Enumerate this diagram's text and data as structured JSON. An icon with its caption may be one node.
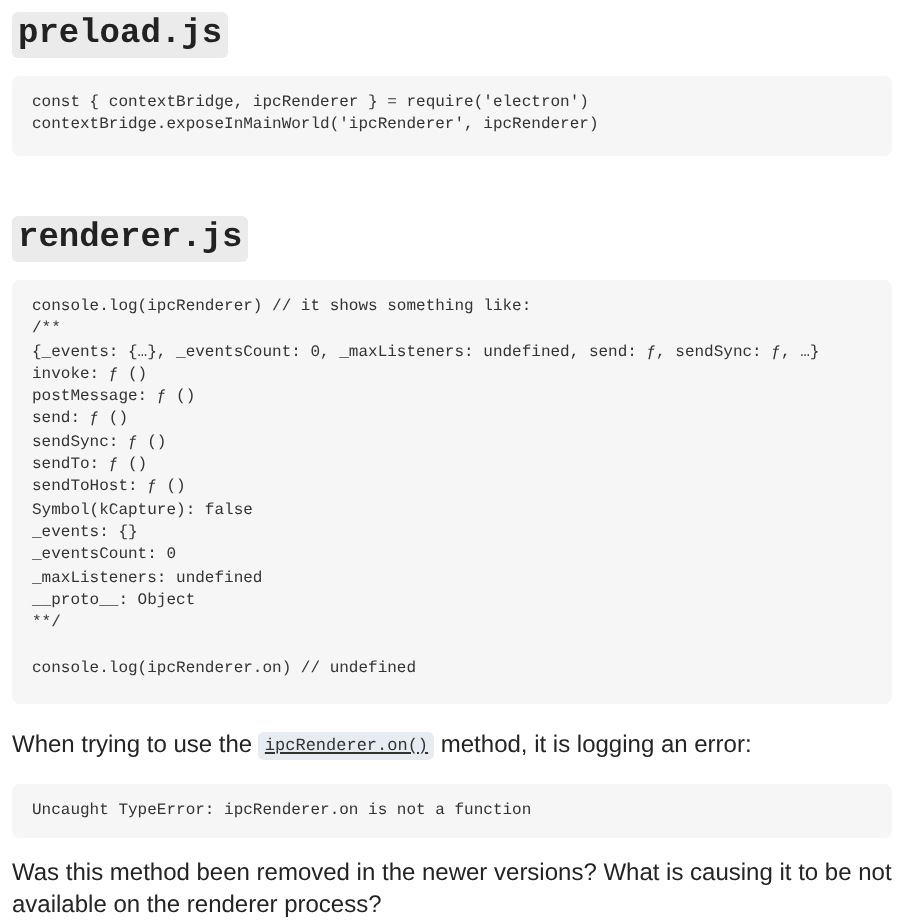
{
  "diagram": {
    "nodes": [
      {
        "text": [
          "preload.js"
        ]
      },
      {
        "text": [
          "const { contextBridge, ipcRenderer } = require('electron')",
          "contextBridge.exposeInMainWorld('ipcRenderer', ipcRenderer)"
        ]
      },
      {
        "text": [
          "renderer.js"
        ]
      },
      {
        "text": [
          "console.log(ipcRenderer) // it shows something like:",
          "/**",
          "{_events: {…}, _eventsCount: 0, _maxListeners: undefined, send: ƒ, sendSync: ƒ, …}",
          "invoke: ƒ ()",
          "postMessage: ƒ ()",
          "send: ƒ ()",
          "sendSync: ƒ ()",
          "sendTo: ƒ ()",
          "sendToHost: ƒ ()",
          "Symbol(kCapture): false",
          "_events: {}",
          "_eventsCount: 0",
          "_maxListeners: undefined",
          "__proto__: Object",
          "**/",
          "console.log(ipcRenderer.on) // undefined"
        ]
      },
      {
        "text": [
          "ipcRenderer.on()"
        ]
      },
      {
        "text": [
          "Uncaught TypeError: ipcRenderer.on is not a function"
        ]
      }
    ],
    "labels": [
      "When trying to use the",
      "method, it is logging an error:",
      "Was this method been removed in the newer versions? What is causing it to be not available on the renderer process?"
    ]
  }
}
